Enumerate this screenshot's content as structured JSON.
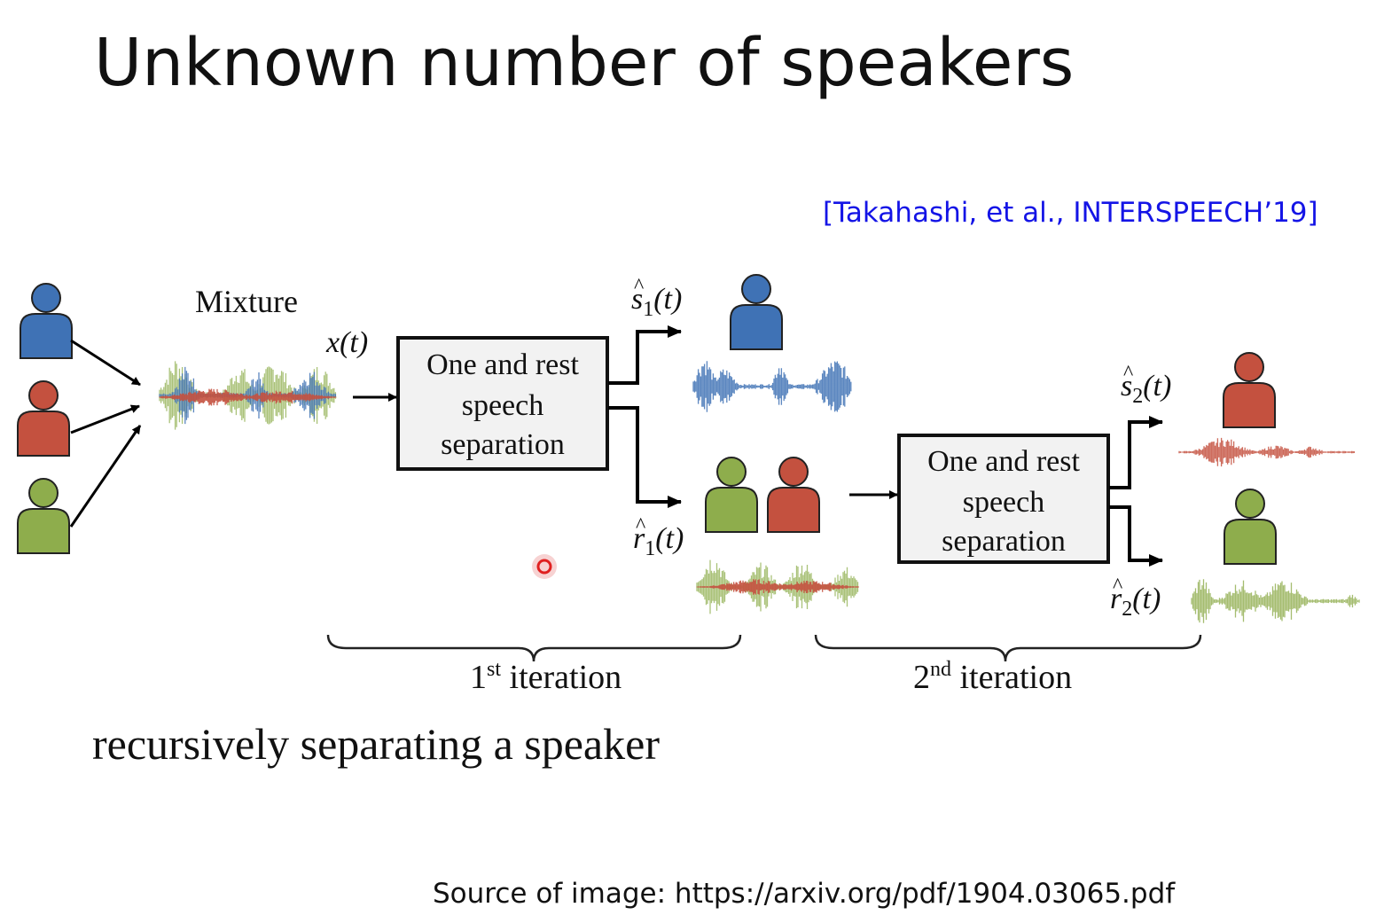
{
  "slide": {
    "title": "Unknown number of speakers",
    "citation": "[Takahashi, et al., INTERSPEECH’19]",
    "caption": "recursively separating a speaker",
    "source": "Source of image: https://arxiv.org/pdf/1904.03065.pdf"
  },
  "diagram": {
    "mixture_label": "Mixture",
    "input_label": "x(t)",
    "block1": {
      "line1": "One and rest",
      "line2": "speech",
      "line3": "separation"
    },
    "block2": {
      "line1": "One and rest",
      "line2": "speech",
      "line3": "separation"
    },
    "s1_label": {
      "base": "s",
      "sub": "1",
      "tail": "(t)"
    },
    "r1_label": {
      "base": "r",
      "sub": "1",
      "tail": "(t)"
    },
    "s2_label": {
      "base": "s",
      "sub": "2",
      "tail": "(t)"
    },
    "r2_label": {
      "base": "r",
      "sub": "2",
      "tail": "(t)"
    },
    "iteration1": {
      "num": "1",
      "sup": "st",
      "word": " iteration"
    },
    "iteration2": {
      "num": "2",
      "sup": "nd",
      "word": " iteration"
    }
  },
  "colors": {
    "speaker_blue": "#3f72b5",
    "speaker_red": "#c4513f",
    "speaker_green": "#8ead4c",
    "citation_blue": "#1414e6",
    "pointer_red": "#e02020"
  }
}
